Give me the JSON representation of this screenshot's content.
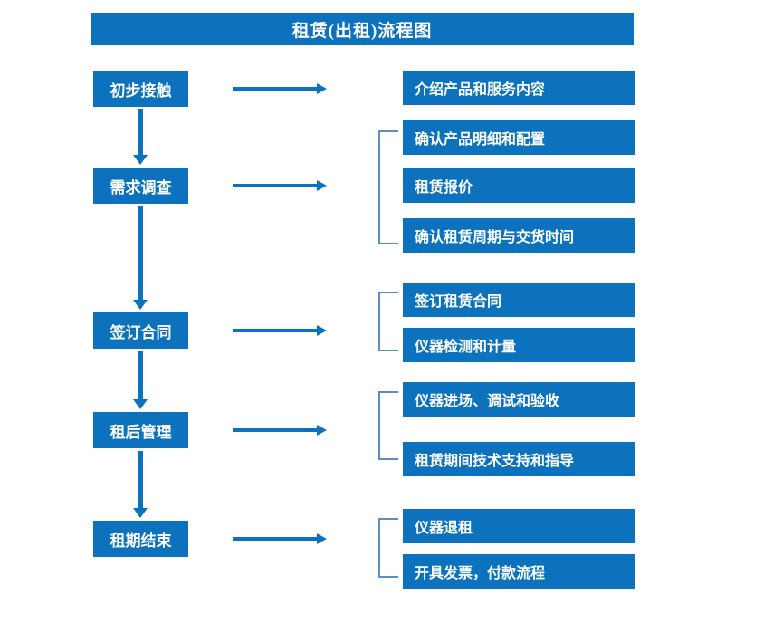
{
  "title": "租赁(出租)流程图",
  "accent_color": "#0c72bd",
  "bracket_color": "#5a8fc0",
  "text_color": "#ffffff",
  "stages": [
    {
      "label": "初步接触"
    },
    {
      "label": "需求调查"
    },
    {
      "label": "签订合同"
    },
    {
      "label": "租后管理"
    },
    {
      "label": "租期结束"
    }
  ],
  "details": [
    {
      "label": "介绍产品和服务内容"
    },
    {
      "label": "确认产品明细和配置"
    },
    {
      "label": "租赁报价"
    },
    {
      "label": "确认租赁周期与交货时间"
    },
    {
      "label": "签订租赁合同"
    },
    {
      "label": "仪器检测和计量"
    },
    {
      "label": "仪器进场、调试和验收"
    },
    {
      "label": "租赁期间技术支持和指导"
    },
    {
      "label": "仪器退租"
    },
    {
      "label": "开具发票，付款流程"
    }
  ],
  "icons": {
    "right_arrow": "arrow-right-icon",
    "down_arrow": "arrow-down-icon",
    "group_bracket": "bracket-icon"
  }
}
